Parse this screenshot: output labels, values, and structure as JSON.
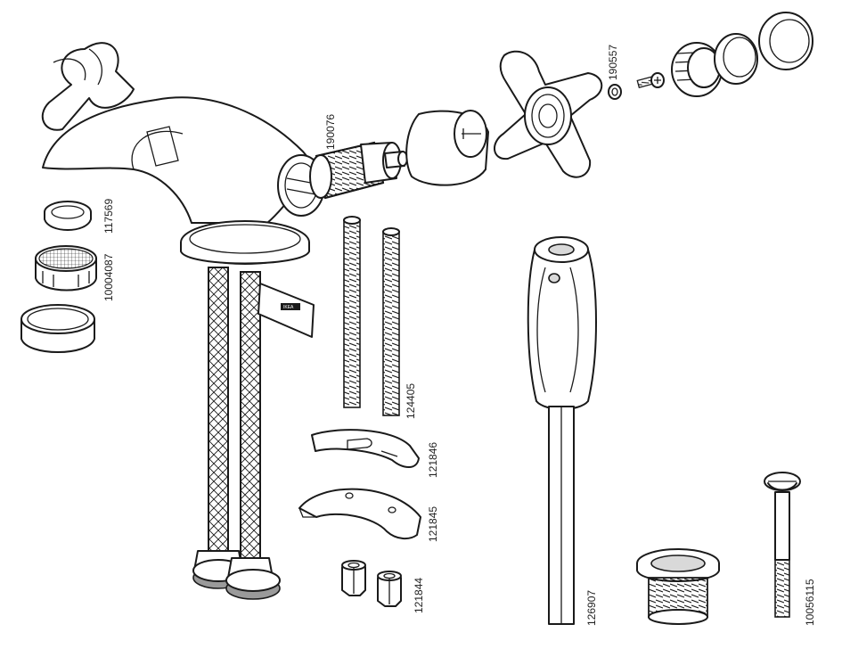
{
  "part_numbers": {
    "p117569": "117569",
    "p10004087": "10004087",
    "p190076": "190076",
    "p190557": "190557",
    "p124405": "124405",
    "p121846": "121846",
    "p121845": "121845",
    "p121844": "121844",
    "p126907": "126907",
    "p10056115": "10056115"
  },
  "tag_text": "IKEA",
  "colors": {
    "line": "#1a1a1a",
    "fill": "#ffffff",
    "shade": "#d9d9d9"
  }
}
